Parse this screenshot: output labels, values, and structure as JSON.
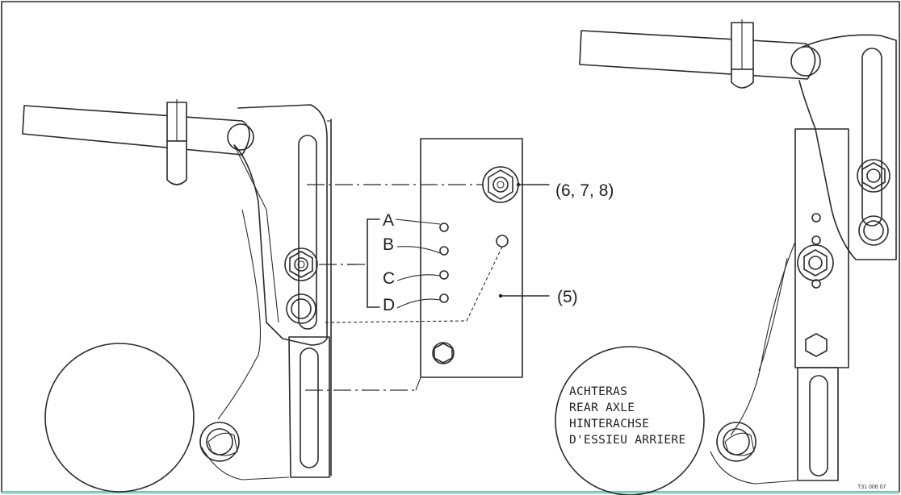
{
  "labels": {
    "fasteners": "(6, 7, 8)",
    "plate": "(5)",
    "hole_a": "A",
    "hole_b": "B",
    "hole_c": "C",
    "hole_d": "D"
  },
  "axle_label": [
    "ACHTERAS",
    "REAR AXLE",
    "HINTERACHSE",
    "D'ESSIEU ARRIERE"
  ],
  "figure_ref": "T31 006 07"
}
